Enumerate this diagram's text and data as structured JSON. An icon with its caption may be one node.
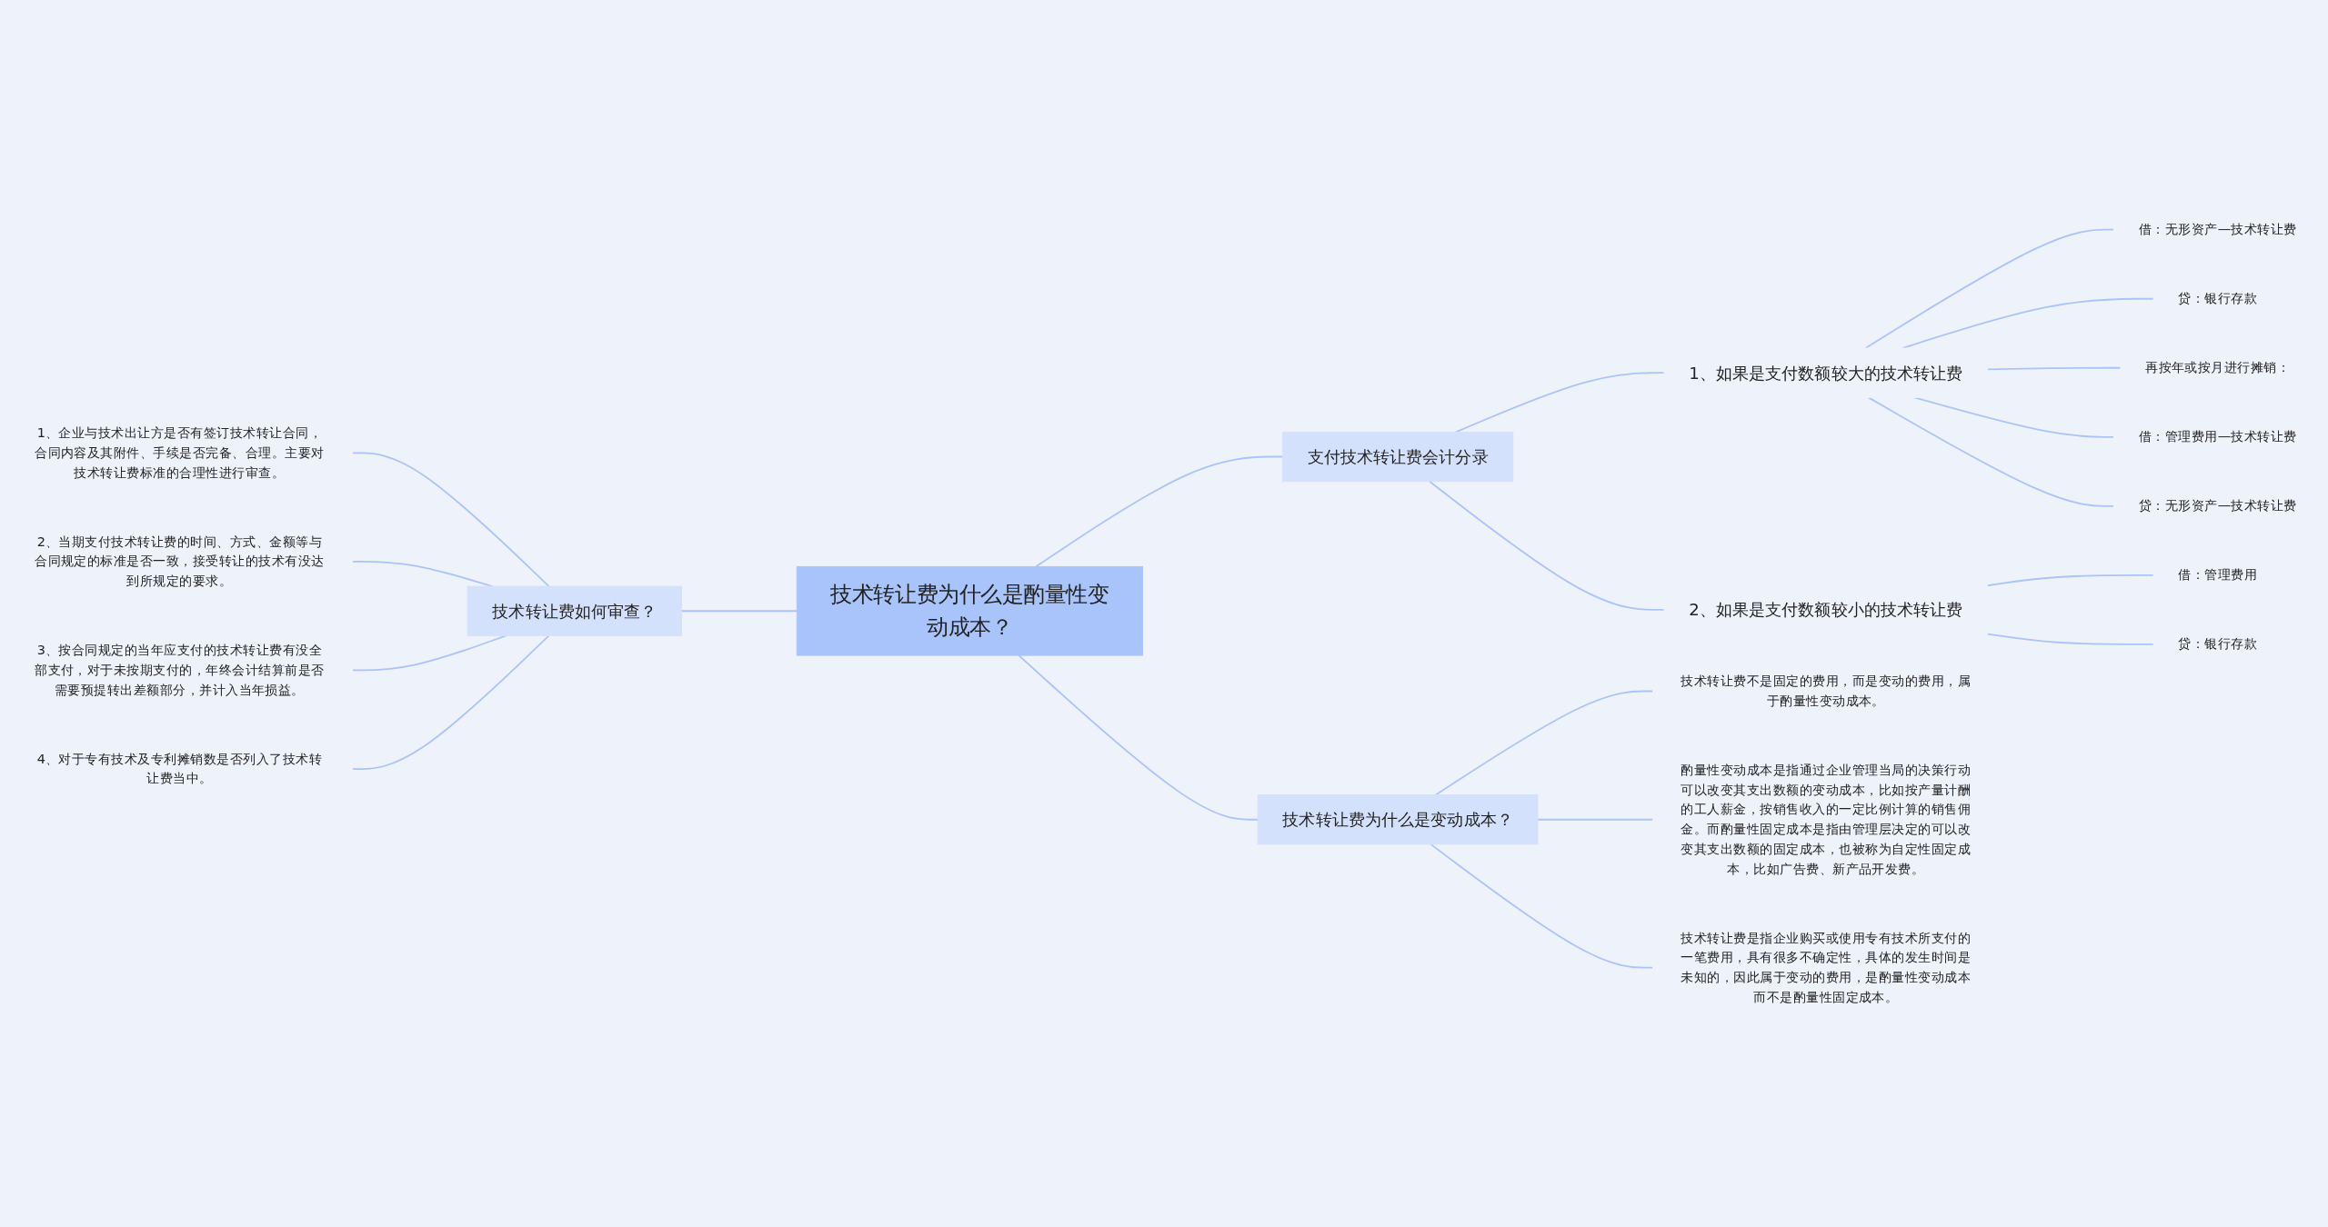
{
  "diagram": {
    "nodes": [
      {
        "text": [
          "技术转让费为什么是酌量性变动成本？"
        ]
      },
      {
        "text": [
          "技术转让费如何审查？"
        ]
      },
      {
        "text": [
          "1、企业与技术出让方是否有签订技术转让合同，合同内容及其附件、手续是否完备、合理。主要对技术转让费标准的合理性进行审查。"
        ]
      },
      {
        "text": [
          "2、当期支付技术转让费的时间、方式、金额等与合同规定的标准是否一致，接受转让的技术有没达到所规定的要求。"
        ]
      },
      {
        "text": [
          "3、按合同规定的当年应支付的技术转让费有没全部支付，对于未按期支付的，年终会计结算前是否需要预提转出差额部分，并计入当年损益。"
        ]
      },
      {
        "text": [
          "4、对于专有技术及专利摊销数是否列入了技术转让费当中。"
        ]
      },
      {
        "text": [
          "技术转让费为什么是变动成本？"
        ]
      },
      {
        "text": [
          "技术转让费不是固定的费用，而是变动的费用，属于酌量性变动成本。"
        ]
      },
      {
        "text": [
          "酌量性变动成本是指通过企业管理当局的决策行动可以改变其支出数额的变动成本，比如按产量计酬的工人薪金，按销售收入的一定比例计算的销售佣金。而酌量性固定成本是指由管理层决定的可以改变其支出数额的固定成本，也被称为自定性固定成本，比如广告费、新产品开发费。"
        ]
      },
      {
        "text": [
          "技术转让费是指企业购买或使用专有技术所支付的一笔费用，具有很多不确定性，具体的发生时间是未知的，因此属于变动的费用，是酌量性变动成本而不是酌量性固定成本。"
        ]
      },
      {
        "text": [
          "支付技术转让费会计分录"
        ]
      },
      {
        "text": [
          "1、如果是支付数额较大的技术转让费"
        ]
      },
      {
        "text": [
          "借：无形资产—技术转让费"
        ]
      },
      {
        "text": [
          "贷：银行存款"
        ]
      },
      {
        "text": [
          "再按年或按月进行摊销："
        ]
      },
      {
        "text": [
          "借：管理费用—技术转让费"
        ]
      },
      {
        "text": [
          "贷：无形资产—技术转让费"
        ]
      },
      {
        "text": [
          "2、如果是支付数额较小的技术转让费"
        ]
      },
      {
        "text": [
          "借：管理费用"
        ]
      },
      {
        "text": [
          "贷：银行存款"
        ]
      }
    ],
    "edges": [
      {
        "from": 1,
        "to": 0,
        "arrow": "none"
      },
      {
        "from": 2,
        "to": 1,
        "arrow": "none"
      },
      {
        "from": 3,
        "to": 1,
        "arrow": "none"
      },
      {
        "from": 4,
        "to": 1,
        "arrow": "none"
      },
      {
        "from": 5,
        "to": 1,
        "arrow": "none"
      },
      {
        "from": 0,
        "to": 10,
        "arrow": "none"
      },
      {
        "from": 10,
        "to": 11,
        "arrow": "none"
      },
      {
        "from": 11,
        "to": 12,
        "arrow": "none"
      },
      {
        "from": 11,
        "to": 13,
        "arrow": "none"
      },
      {
        "from": 11,
        "to": 14,
        "arrow": "none"
      },
      {
        "from": 11,
        "to": 15,
        "arrow": "none"
      },
      {
        "from": 11,
        "to": 16,
        "arrow": "none"
      },
      {
        "from": 10,
        "to": 17,
        "arrow": "none"
      },
      {
        "from": 17,
        "to": 18,
        "arrow": "none"
      },
      {
        "from": 17,
        "to": 19,
        "arrow": "none"
      },
      {
        "from": 0,
        "to": 6,
        "arrow": "none"
      },
      {
        "from": 6,
        "to": 7,
        "arrow": "none"
      },
      {
        "from": 6,
        "to": 8,
        "arrow": "none"
      },
      {
        "from": 6,
        "to": 9,
        "arrow": "none"
      }
    ]
  }
}
